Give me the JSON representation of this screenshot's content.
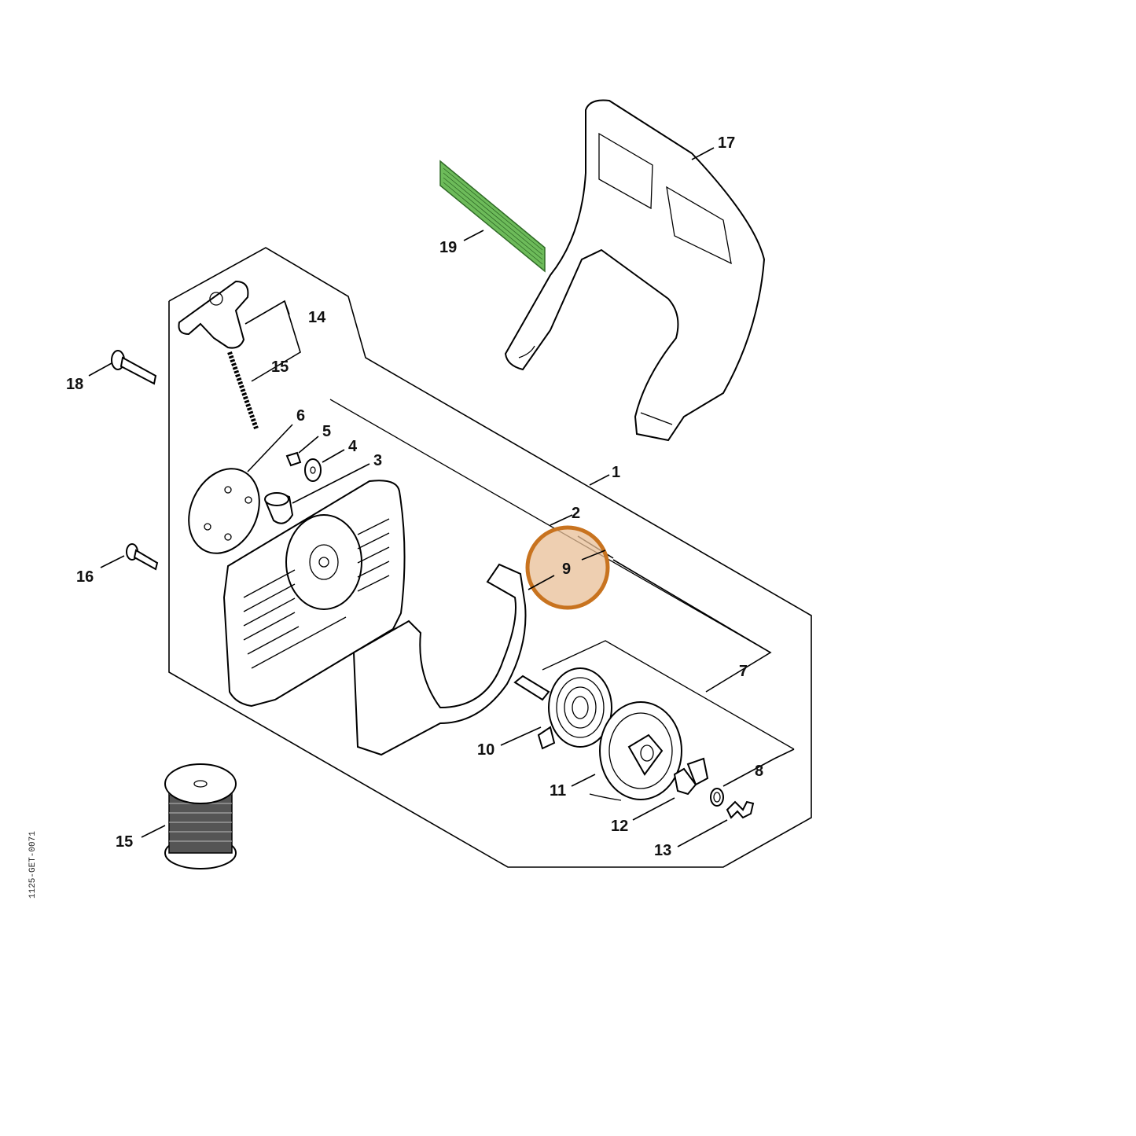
{
  "highlight_color": "#c8731f",
  "label_color": "#6dbb5a",
  "labels": {
    "l1": "1",
    "l2": "2",
    "l3": "3",
    "l4": "4",
    "l5": "5",
    "l6": "6",
    "l7": "7",
    "l8": "8",
    "l9": "9",
    "l10": "10",
    "l11": "11",
    "l12": "12",
    "l13": "13",
    "l14": "14",
    "l15a": "15",
    "l15b": "15",
    "l16": "16",
    "l17": "17",
    "l18": "18",
    "l19": "19"
  },
  "side_code": "1125-GET-0071"
}
